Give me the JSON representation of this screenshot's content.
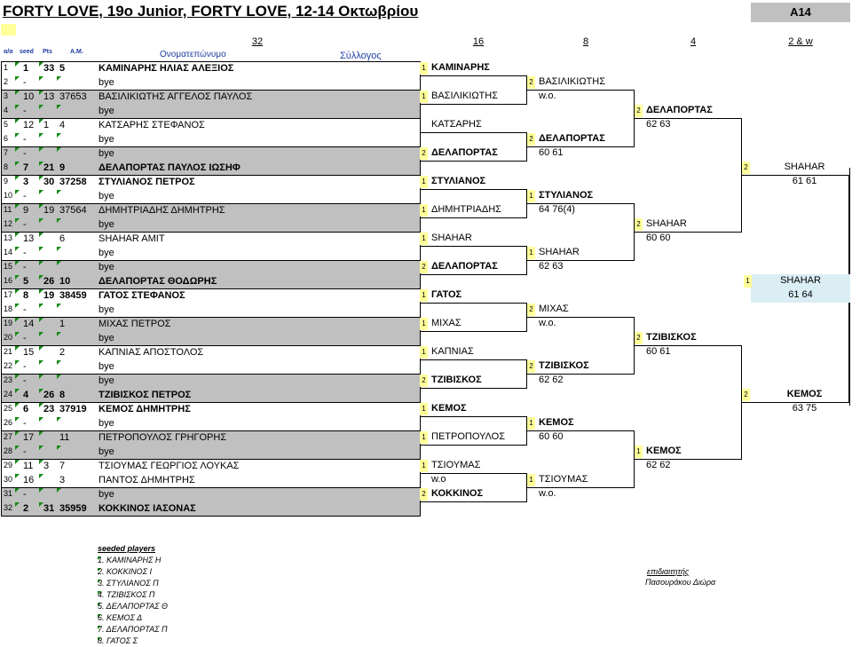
{
  "title": "FORTY LOVE, 19ο Junior, FORTY LOVE, 12-14 Οκτωβρίου",
  "category": "A14",
  "headers": {
    "oa": "α/α",
    "seed": "seed",
    "pts": "Pts",
    "am": "Α.Μ.",
    "name": "Ονοματεπώνυμο",
    "club": "Σύλλογος",
    "r32": "32",
    "r16": "16",
    "r8": "8",
    "r4": "4",
    "final": "2 & w"
  },
  "rows": [
    {
      "n": "1",
      "seed": "1",
      "pts": "33",
      "am": "5",
      "name": "ΚΑΜΙΝΑΡΗΣ ΗΛΙΑΣ ΑΛΕΞΙΟΣ",
      "bold": true,
      "gray": false
    },
    {
      "n": "2",
      "seed": "-",
      "pts": "",
      "am": "",
      "name": "bye",
      "bold": false,
      "gray": false
    },
    {
      "n": "3",
      "seed": "10",
      "pts": "13",
      "am": "37653",
      "name": "ΒΑΣΙΛΙΚΙΩΤΗΣ ΑΓΓΕΛΟΣ ΠΑΥΛΟΣ",
      "bold": false,
      "gray": true
    },
    {
      "n": "4",
      "seed": "-",
      "pts": "",
      "am": "",
      "name": "bye",
      "bold": false,
      "gray": true
    },
    {
      "n": "5",
      "seed": "12",
      "pts": "1",
      "am": "4",
      "name": "ΚΑΤΣΑΡΗΣ ΣΤΕΦΑΝΟΣ",
      "bold": false,
      "gray": false
    },
    {
      "n": "6",
      "seed": "-",
      "pts": "",
      "am": "",
      "name": "bye",
      "bold": false,
      "gray": false
    },
    {
      "n": "7",
      "seed": "-",
      "pts": "",
      "am": "",
      "name": "bye",
      "bold": false,
      "gray": true
    },
    {
      "n": "8",
      "seed": "7",
      "pts": "21",
      "am": "9",
      "name": "ΔΕΛΑΠΟΡΤΑΣ ΠΑΥΛΟΣ ΙΩΣΗΦ",
      "bold": true,
      "gray": true
    },
    {
      "n": "9",
      "seed": "3",
      "pts": "30",
      "am": "37258",
      "name": "ΣΤΥΛΙΑΝΟΣ ΠΕΤΡΟΣ",
      "bold": true,
      "gray": false
    },
    {
      "n": "10",
      "seed": "-",
      "pts": "",
      "am": "",
      "name": "bye",
      "bold": false,
      "gray": false
    },
    {
      "n": "11",
      "seed": "9",
      "pts": "19",
      "am": "37564",
      "name": "ΔΗΜΗΤΡΙΑΔΗΣ ΔΗΜΗΤΡΗΣ",
      "bold": false,
      "gray": true
    },
    {
      "n": "12",
      "seed": "-",
      "pts": "",
      "am": "",
      "name": "bye",
      "bold": false,
      "gray": true
    },
    {
      "n": "13",
      "seed": "13",
      "pts": "",
      "am": "6",
      "name": "SHAHAR AMIT",
      "bold": false,
      "gray": false
    },
    {
      "n": "14",
      "seed": "-",
      "pts": "",
      "am": "",
      "name": "bye",
      "bold": false,
      "gray": false
    },
    {
      "n": "15",
      "seed": "-",
      "pts": "",
      "am": "",
      "name": "bye",
      "bold": false,
      "gray": true
    },
    {
      "n": "16",
      "seed": "5",
      "pts": "26",
      "am": "10",
      "name": "ΔΕΛΑΠΟΡΤΑΣ ΘΟΔΩΡΗΣ",
      "bold": true,
      "gray": true
    },
    {
      "n": "17",
      "seed": "8",
      "pts": "19",
      "am": "38459",
      "name": "ΓΑΤΟΣ ΣΤΕΦΑΝΟΣ",
      "bold": true,
      "gray": false
    },
    {
      "n": "18",
      "seed": "-",
      "pts": "",
      "am": "",
      "name": "bye",
      "bold": false,
      "gray": false
    },
    {
      "n": "19",
      "seed": "14",
      "pts": "",
      "am": "1",
      "name": "ΜΙΧΑΣ ΠΕΤΡΟΣ",
      "bold": false,
      "gray": true
    },
    {
      "n": "20",
      "seed": "-",
      "pts": "",
      "am": "",
      "name": "bye",
      "bold": false,
      "gray": true
    },
    {
      "n": "21",
      "seed": "15",
      "pts": "",
      "am": "2",
      "name": "ΚΑΠΝΙΑΣ ΑΠΟΣΤΟΛΟΣ",
      "bold": false,
      "gray": false
    },
    {
      "n": "22",
      "seed": "-",
      "pts": "",
      "am": "",
      "name": "bye",
      "bold": false,
      "gray": false
    },
    {
      "n": "23",
      "seed": "-",
      "pts": "",
      "am": "",
      "name": "bye",
      "bold": false,
      "gray": true
    },
    {
      "n": "24",
      "seed": "4",
      "pts": "26",
      "am": "8",
      "name": "ΤΖΙΒΙΣΚΟΣ ΠΕΤΡΟΣ",
      "bold": true,
      "gray": true
    },
    {
      "n": "25",
      "seed": "6",
      "pts": "23",
      "am": "37919",
      "name": "ΚΕΜΟΣ ΔΗΜΗΤΡΗΣ",
      "bold": true,
      "gray": false
    },
    {
      "n": "26",
      "seed": "-",
      "pts": "",
      "am": "",
      "name": "bye",
      "bold": false,
      "gray": false
    },
    {
      "n": "27",
      "seed": "17",
      "pts": "",
      "am": "11",
      "name": "ΠΕΤΡΟΠΟΥΛΟΣ ΓΡΗΓΟΡΗΣ",
      "bold": false,
      "gray": true
    },
    {
      "n": "28",
      "seed": "-",
      "pts": "",
      "am": "",
      "name": "bye",
      "bold": false,
      "gray": true
    },
    {
      "n": "29",
      "seed": "11",
      "pts": "3",
      "am": "7",
      "name": "ΤΣΙΟΥΜΑΣ ΓΕΩΡΓΙΟΣ ΛΟΥΚΑΣ",
      "bold": false,
      "gray": false
    },
    {
      "n": "30",
      "seed": "16",
      "pts": "",
      "am": "3",
      "name": "ΠΑΝΤΟΣ ΔΗΜΗΤΡΗΣ",
      "bold": false,
      "gray": false
    },
    {
      "n": "31",
      "seed": "-",
      "pts": "",
      "am": "",
      "name": "bye",
      "bold": false,
      "gray": true
    },
    {
      "n": "32",
      "seed": "2",
      "pts": "31",
      "am": "35959",
      "name": "ΚΟΚΚΙΝΟΣ ΙΑΣΟΝΑΣ",
      "bold": true,
      "gray": true
    }
  ],
  "round16": [
    {
      "winner": "ΚΑΜΙΝΑΡΗΣ",
      "rank": "1",
      "bold": true,
      "score": ""
    },
    {
      "winner": "ΒΑΣΙΛΙΚΙΩΤΗΣ",
      "rank": "1",
      "bold": false,
      "score": ""
    },
    {
      "winner": "ΚΑΤΣΑΡΗΣ",
      "rank": "",
      "bold": false,
      "score": ""
    },
    {
      "winner": "ΔΕΛΑΠΟΡΤΑΣ",
      "rank": "2",
      "bold": true,
      "score": ""
    },
    {
      "winner": "ΣΤΥΛΙΑΝΟΣ",
      "rank": "1",
      "bold": true,
      "score": ""
    },
    {
      "winner": "ΔΗΜΗΤΡΙΑΔΗΣ",
      "rank": "1",
      "bold": false,
      "score": ""
    },
    {
      "winner": "SHAHAR",
      "rank": "1",
      "bold": false,
      "score": ""
    },
    {
      "winner": "ΔΕΛΑΠΟΡΤΑΣ",
      "rank": "2",
      "bold": true,
      "score": ""
    },
    {
      "winner": "ΓΑΤΟΣ",
      "rank": "1",
      "bold": true,
      "score": ""
    },
    {
      "winner": "ΜΙΧΑΣ",
      "rank": "1",
      "bold": false,
      "score": ""
    },
    {
      "winner": "ΚΑΠΝΙΑΣ",
      "rank": "1",
      "bold": false,
      "score": ""
    },
    {
      "winner": "ΤΖΙΒΙΣΚΟΣ",
      "rank": "2",
      "bold": true,
      "score": ""
    },
    {
      "winner": "ΚΕΜΟΣ",
      "rank": "1",
      "bold": true,
      "score": ""
    },
    {
      "winner": "ΠΕΤΡΟΠΟΥΛΟΣ",
      "rank": "1",
      "bold": false,
      "score": ""
    },
    {
      "winner": "ΤΣΙΟΥΜΑΣ",
      "rank": "1",
      "bold": false,
      "score": "w.o"
    },
    {
      "winner": "ΚΟΚΚΙΝΟΣ",
      "rank": "2",
      "bold": true,
      "score": ""
    }
  ],
  "round8": [
    {
      "winner": "ΒΑΣΙΛΙΚΙΩΤΗΣ",
      "rank": "2",
      "bold": false,
      "score": "w.o."
    },
    {
      "winner": "ΔΕΛΑΠΟΡΤΑΣ",
      "rank": "2",
      "bold": true,
      "score": "60 61"
    },
    {
      "winner": "ΣΤΥΛΙΑΝΟΣ",
      "rank": "1",
      "bold": true,
      "score": "64 76(4)"
    },
    {
      "winner": "SHAHAR",
      "rank": "1",
      "bold": false,
      "score": "62 63"
    },
    {
      "winner": "ΜΙΧΑΣ",
      "rank": "2",
      "bold": false,
      "score": "w.o."
    },
    {
      "winner": "ΤΖΙΒΙΣΚΟΣ",
      "rank": "2",
      "bold": true,
      "score": "62 62"
    },
    {
      "winner": "ΚΕΜΟΣ",
      "rank": "1",
      "bold": true,
      "score": "60 60"
    },
    {
      "winner": "ΤΣΙΟΥΜΑΣ",
      "rank": "1",
      "bold": false,
      "score": "w.o."
    }
  ],
  "round4": [
    {
      "winner": "ΔΕΛΑΠΟΡΤΑΣ",
      "rank": "2",
      "bold": true,
      "score": "62 63"
    },
    {
      "winner": "SHAHAR",
      "rank": "2",
      "bold": false,
      "score": "60 60"
    },
    {
      "winner": "ΤΖΙΒΙΣΚΟΣ",
      "rank": "2",
      "bold": true,
      "score": "60 61"
    },
    {
      "winner": "ΚΕΜΟΣ",
      "rank": "1",
      "bold": true,
      "score": "62 62"
    }
  ],
  "round2": [
    {
      "winner": "SHAHAR",
      "rank": "2",
      "bold": false,
      "score": "61 61"
    },
    {
      "winner": "ΚΕΜΟΣ",
      "rank": "2",
      "bold": true,
      "score": "63 75"
    }
  ],
  "champion": {
    "winner": "SHAHAR",
    "rank": "1",
    "score": "61 64"
  },
  "seeded_header": "seeded players",
  "seeded": [
    "1. ΚΑΜΙΝΑΡΗΣ Η",
    "2. ΚΟΚΚΙΝΟΣ Ι",
    "3. ΣΤΥΛΙΑΝΟΣ Π",
    "4. ΤΖΙΒΙΣΚΟΣ Π",
    "5. ΔΕΛΑΠΟΡΤΑΣ Θ",
    "6. ΚΕΜΟΣ Δ",
    "7. ΔΕΛΑΠΟΡΤΑΣ Π",
    "8. ΓΑΤΟΣ Σ"
  ],
  "referee": {
    "label": "επιδιαιτητής",
    "name": "Πασουράκου Διώρα"
  },
  "colors": {
    "gray": "#c0c0c0",
    "yellow": "#ffff99",
    "champion": "#daeef3",
    "header_blue": "#1f3da3",
    "marker_green": "#138a13"
  }
}
